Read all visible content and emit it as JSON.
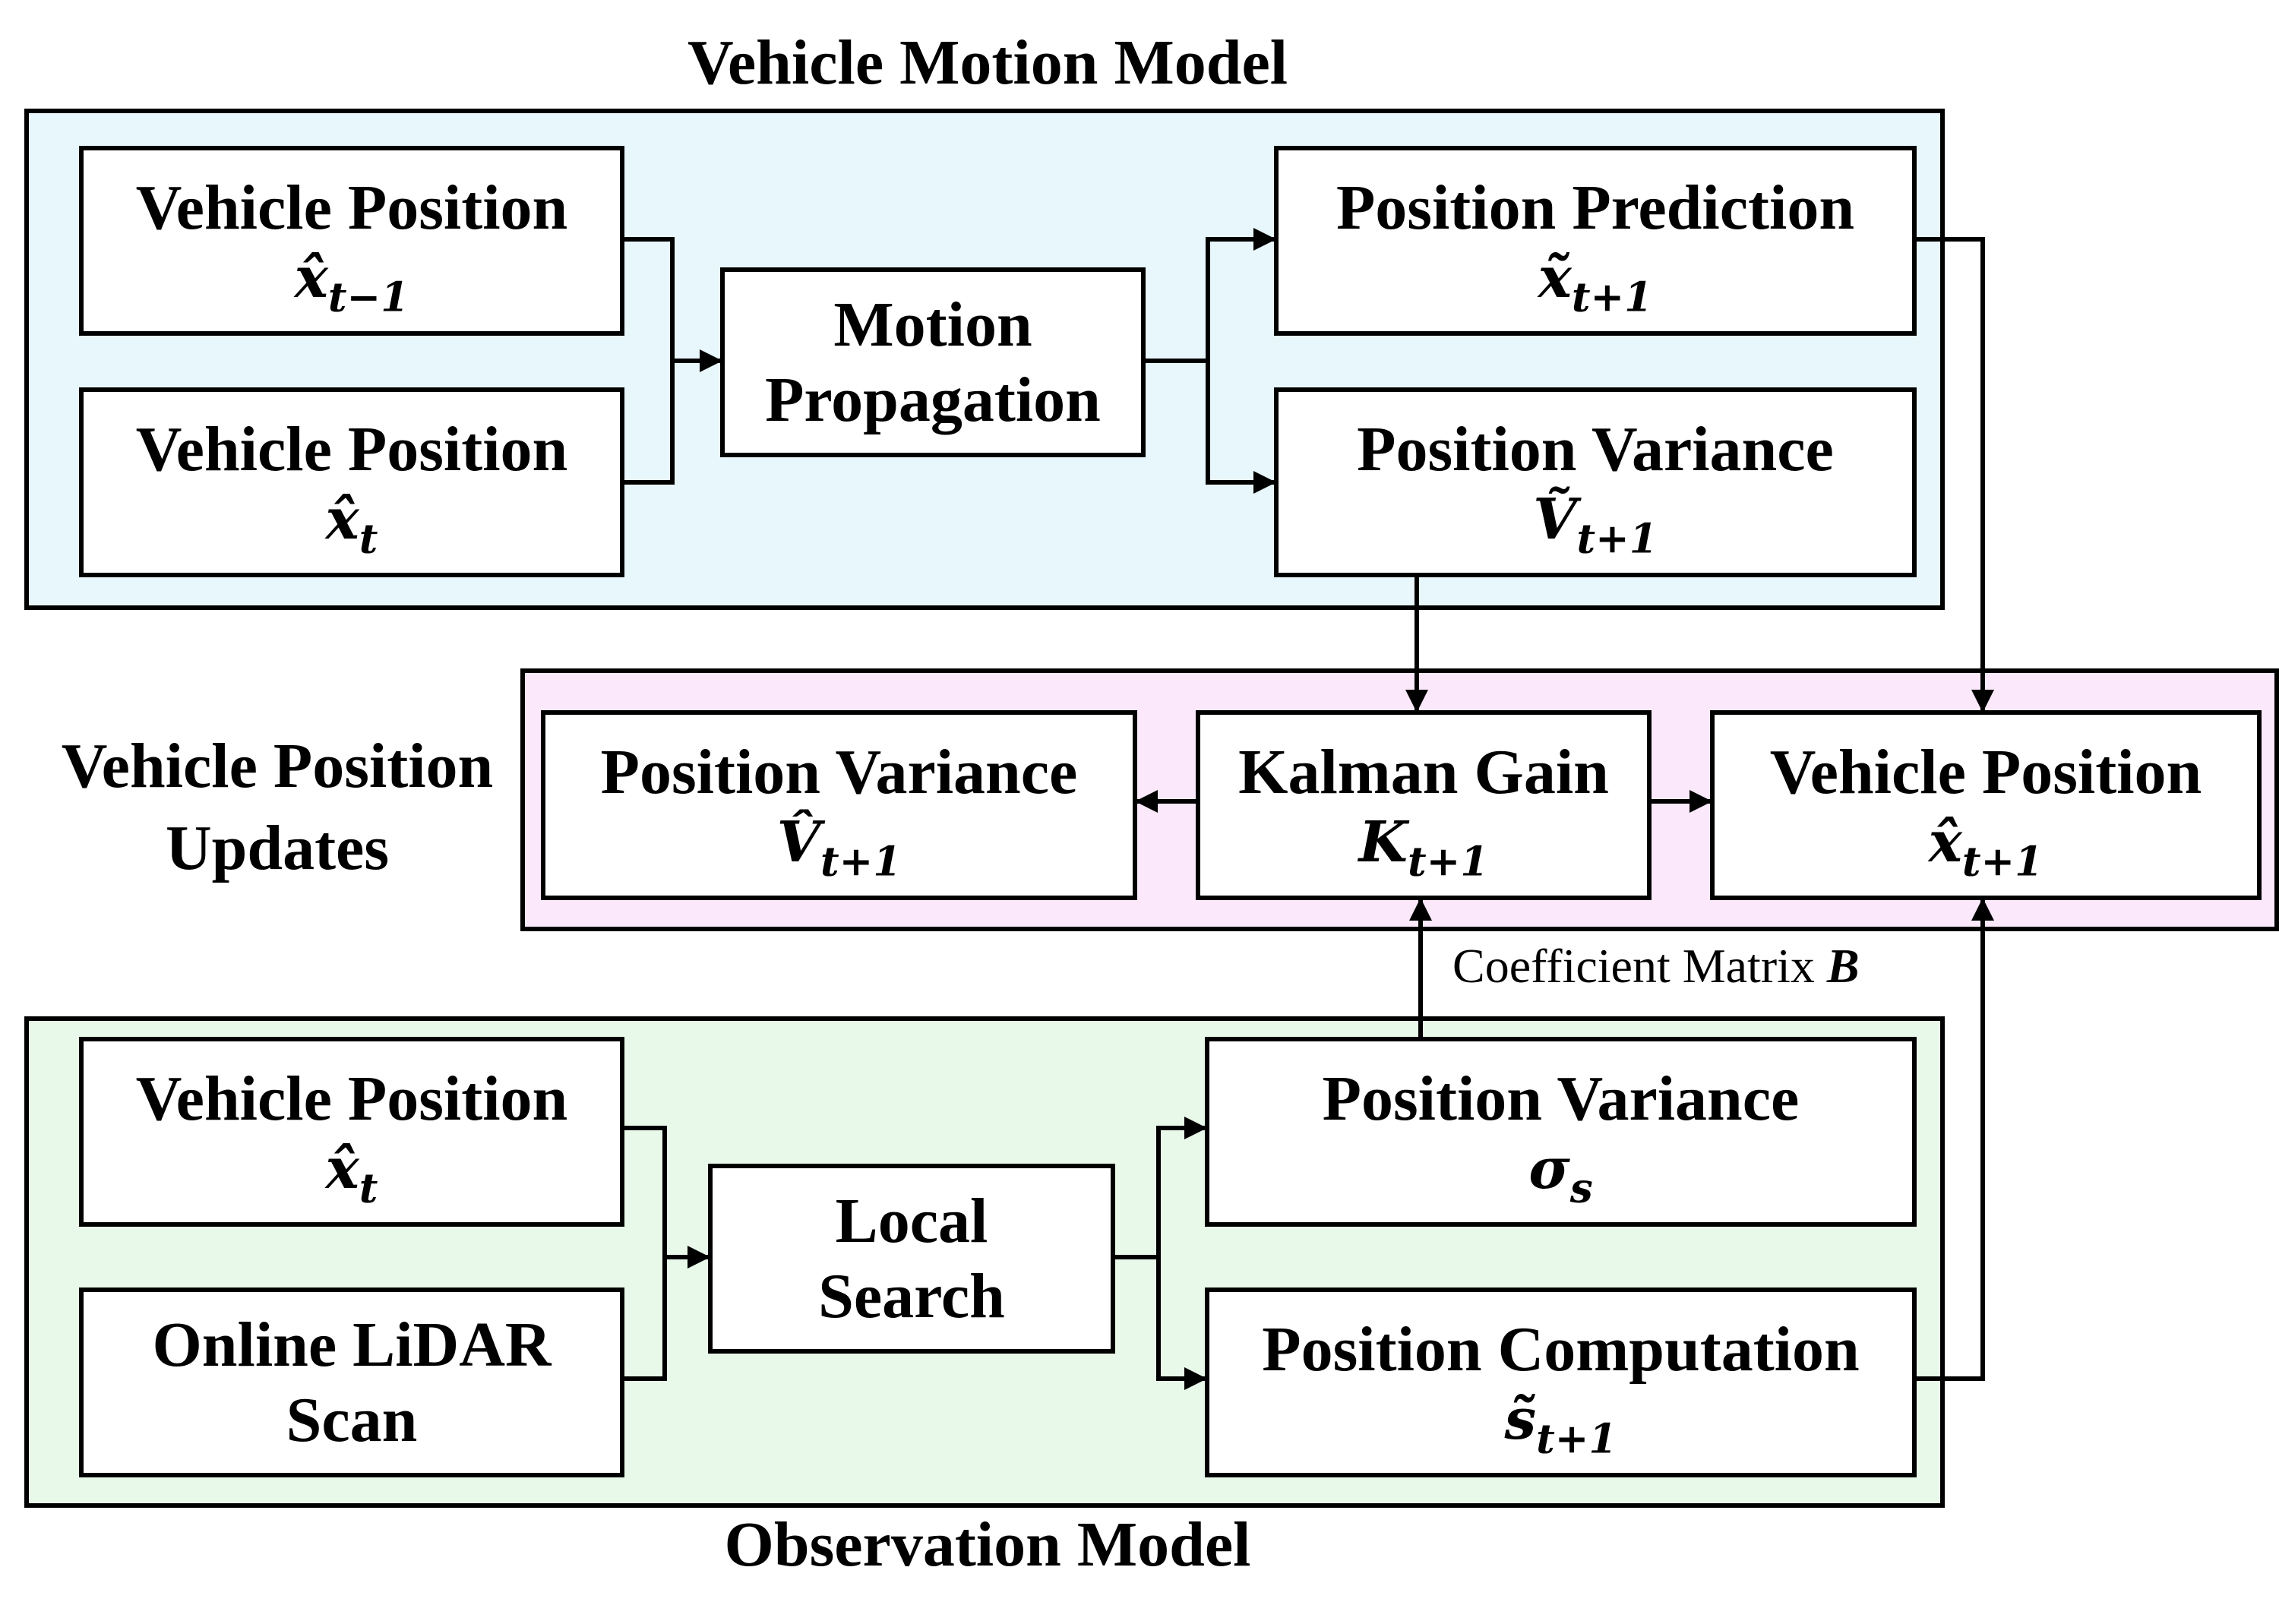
{
  "titles": {
    "vehicle_motion_model": "Vehicle Motion Model",
    "vehicle_position_updates": [
      "Vehicle Position",
      "Updates"
    ],
    "observation_model": "Observation Model"
  },
  "colors": {
    "motion_panel_fill": "#e8f7fc",
    "update_panel_fill": "#fbe9fb",
    "observation_panel_fill": "#e9f9e9"
  },
  "motion": {
    "pos_prev": {
      "label": "Vehicle Position",
      "sym": "x̂",
      "sub": "t−1"
    },
    "pos_curr": {
      "label": "Vehicle Position",
      "sym": "x̂",
      "sub": "t"
    },
    "propagation": [
      "Motion",
      "Propagation"
    ],
    "prediction": {
      "label": "Position Prediction",
      "sym": "x̃",
      "sub": "t+1"
    },
    "variance": {
      "label": "Position Variance",
      "sym": "Ṽ",
      "sub": "t+1"
    }
  },
  "update": {
    "variance": {
      "label": "Position Variance",
      "sym": "V̂",
      "sub": "t+1"
    },
    "kalman": {
      "label": "Kalman Gain",
      "sym": "K",
      "sub": "t+1"
    },
    "position": {
      "label": "Vehicle Position",
      "sym": "x̂",
      "sub": "t+1"
    }
  },
  "coefficient": {
    "text": "Coefficient Matrix ",
    "sym": "B"
  },
  "observation": {
    "pos": {
      "label": "Vehicle Position",
      "sym": "x̂",
      "sub": "t"
    },
    "lidar": [
      "Online LiDAR",
      "Scan"
    ],
    "search": [
      "Local",
      "Search"
    ],
    "variance": {
      "label": "Position Variance",
      "sym": "σ",
      "sub": "s"
    },
    "computation": {
      "label": "Position Computation",
      "sym": "s̃",
      "sub": "t+1"
    }
  }
}
